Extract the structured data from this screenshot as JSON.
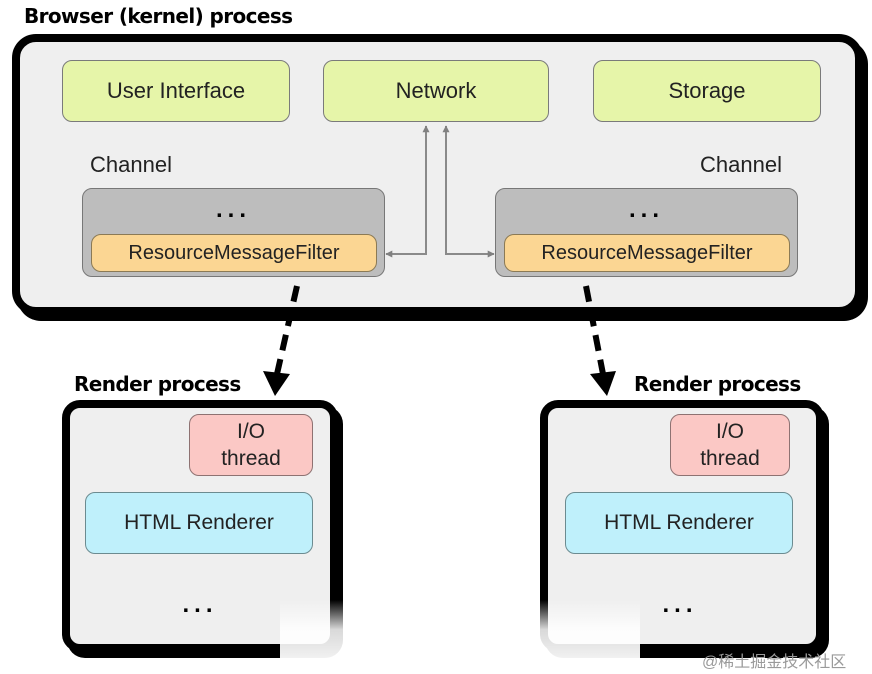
{
  "browser": {
    "title": "Browser (kernel) process",
    "components": [
      "User Interface",
      "Network",
      "Storage"
    ],
    "channels": [
      {
        "label": "Channel",
        "dots": "...",
        "filter": "ResourceMessageFilter"
      },
      {
        "label": "Channel",
        "dots": "...",
        "filter": "ResourceMessageFilter"
      }
    ]
  },
  "renders": [
    {
      "title": "Render process",
      "io_line1": "I/O",
      "io_line2": "thread",
      "renderer": "HTML Renderer",
      "dots": "..."
    },
    {
      "title": "Render process",
      "io_line1": "I/O",
      "io_line2": "thread",
      "renderer": "HTML Renderer",
      "dots": "..."
    }
  ],
  "watermark": "@稀土掘金技术社区"
}
